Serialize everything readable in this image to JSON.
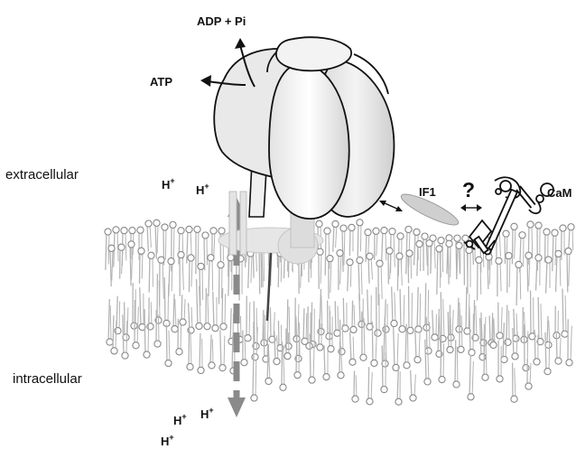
{
  "regions": {
    "top": "extracellular",
    "bottom": "intracellular"
  },
  "reaction": {
    "product": "ADP + Pi",
    "substrate": "ATP"
  },
  "proteins": {
    "inhibitor": "IF1",
    "calmodulin": "CaM",
    "unknown_interaction": "?"
  },
  "protons": {
    "symbol": "H",
    "charge": "+"
  },
  "colors": {
    "membrane": "#b4b4b4",
    "lipid_head_stroke": "#888888",
    "synthase_fill": "#ececec",
    "proton_arrow": "#8a8a8a",
    "if1_fill": "#cfcfcf"
  }
}
